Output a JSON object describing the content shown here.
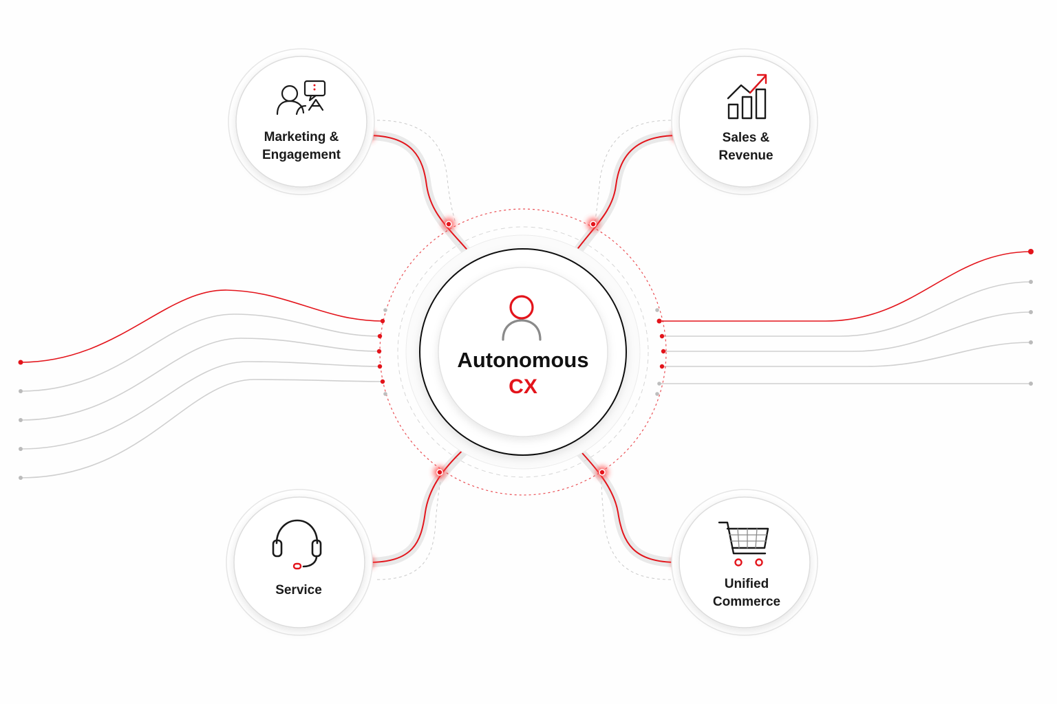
{
  "center": {
    "title": "Autonomous",
    "subtitle": "CX",
    "icon": "user-icon"
  },
  "nodes": {
    "marketing": {
      "line1": "Marketing &",
      "line2": "Engagement",
      "icon": "people-chat-icon"
    },
    "sales": {
      "line1": "Sales &",
      "line2": "Revenue",
      "icon": "growth-chart-icon"
    },
    "service": {
      "line1": "Service",
      "icon": "headset-icon"
    },
    "commerce": {
      "line1": "Unified",
      "line2": "Commerce",
      "icon": "shopping-cart-icon"
    }
  },
  "colors": {
    "accent": "#e3141b",
    "line_gray": "#cfcfcf",
    "text": "#1a1a1a"
  }
}
